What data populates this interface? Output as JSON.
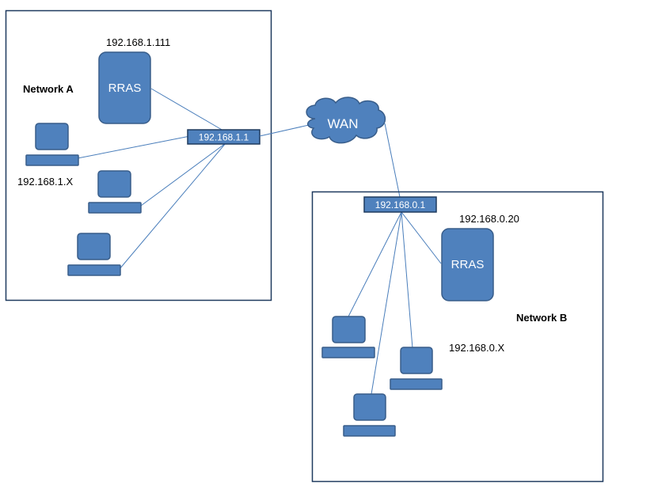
{
  "colors": {
    "shape_fill": "#4f81bd",
    "shape_stroke": "#385d8a",
    "box_stroke": "#1f3a5f",
    "link_line": "#4a7ebb"
  },
  "network_a": {
    "name": "Network A",
    "rras_label": "RRAS",
    "rras_ip": "192.168.1.111",
    "gateway_ip": "192.168.1.1",
    "clients_ip": "192.168.1.X"
  },
  "wan": {
    "label": "WAN"
  },
  "network_b": {
    "name": "Network B",
    "rras_label": "RRAS",
    "rras_ip": "192.168.0.20",
    "gateway_ip": "192.168.0.1",
    "clients_ip": "192.168.0.X"
  }
}
